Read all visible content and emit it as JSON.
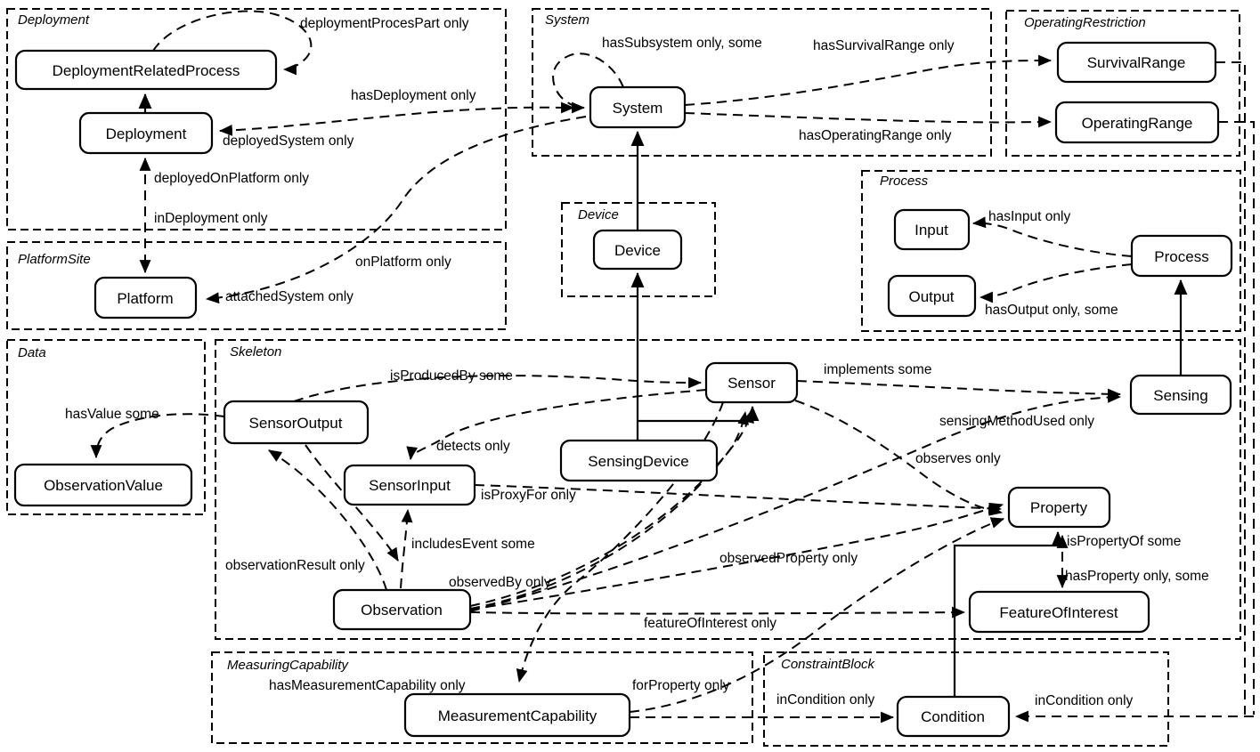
{
  "colors": {
    "line": "#000000",
    "background": "#ffffff",
    "box_fill": "#ffffff"
  },
  "containers": {
    "deployment": "Deployment",
    "platform_site": "PlatformSite",
    "system": "System",
    "operating_restriction": "OperatingRestriction",
    "process": "Process",
    "data": "Data",
    "skeleton": "Skeleton",
    "device": "Device",
    "measuring_capability": "MeasuringCapability",
    "constraint_block": "ConstraintBlock"
  },
  "classes": {
    "deployment_related_process": "DeploymentRelatedProcess",
    "deployment": "Deployment",
    "platform": "Platform",
    "observation_value": "ObservationValue",
    "sensor_output": "SensorOutput",
    "sensor_input": "SensorInput",
    "observation": "Observation",
    "system": "System",
    "device": "Device",
    "sensing_device": "SensingDevice",
    "sensor": "Sensor",
    "sensing": "Sensing",
    "survival_range": "SurvivalRange",
    "operating_range": "OperatingRange",
    "input": "Input",
    "output": "Output",
    "process": "Process",
    "property": "Property",
    "feature_of_interest": "FeatureOfInterest",
    "measurement_capability": "MeasurementCapability",
    "condition": "Condition"
  },
  "edge_labels": {
    "deployment_proces_part": "deploymentProcesPart only",
    "has_deployment": "hasDeployment only",
    "deployed_system": "deployedSystem only",
    "deployed_on_platform": "deployedOnPlatform only",
    "in_deployment": "inDeployment only",
    "on_platform": "onPlatform only",
    "attached_system": "attachedSystem only",
    "has_subsystem": "hasSubsystem only, some",
    "has_survival_range": "hasSurvivalRange only",
    "has_operating_range": "hasOperatingRange only",
    "has_input": "hasInput only",
    "has_output": "hasOutput only, some",
    "has_value": "hasValue some",
    "is_produced_by": "isProducedBy some",
    "detects": "detects only",
    "is_proxy_for": "isProxyFor only",
    "includes_event": "includesEvent some",
    "observation_result": "observationResult only",
    "observed_by": "observedBy only",
    "observed_property": "observedProperty only",
    "feature_of_interest": "featureOfInterest only",
    "implements": "implements some",
    "sensing_method_used": "sensingMethodUsed only",
    "observes": "observes only",
    "is_property_of": "isPropertyOf some",
    "has_property": "hasProperty only, some",
    "has_measurement_capability": "hasMeasurementCapability only",
    "for_property": "forProperty only",
    "in_condition_left": "inCondition only",
    "in_condition_right": "inCondition only"
  }
}
